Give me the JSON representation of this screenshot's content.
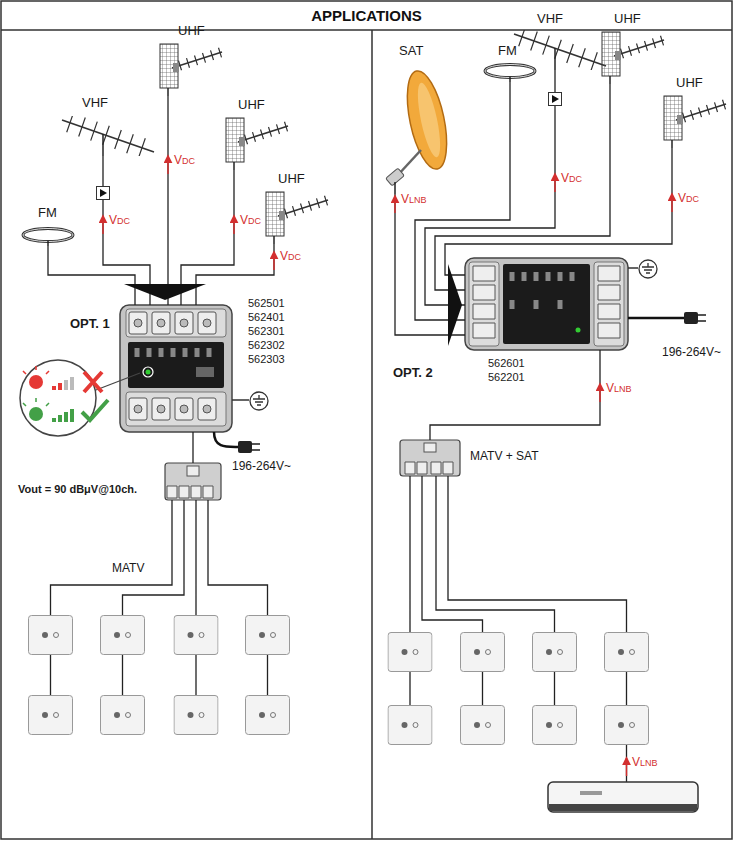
{
  "diagram": {
    "title": "APPLICATIONS",
    "nodes": [
      {
        "text": [
          "FM"
        ]
      },
      {
        "text": [
          "VHF"
        ]
      },
      {
        "text": [
          "UHF"
        ]
      },
      {
        "text": [
          "UHF"
        ]
      },
      {
        "text": [
          "UHF"
        ]
      },
      {
        "text": [
          "OPT. 1",
          "562501 562401 562301 562302 562303"
        ]
      },
      {
        "text": [
          "MATV"
        ]
      },
      {
        "text": [
          "SAT"
        ]
      },
      {
        "text": [
          "FM"
        ]
      },
      {
        "text": [
          "VHF"
        ]
      },
      {
        "text": [
          "UHF"
        ]
      },
      {
        "text": [
          "UHF"
        ]
      },
      {
        "text": [
          "OPT. 2",
          "562601 562201"
        ]
      },
      {
        "text": [
          "MATV + SAT"
        ]
      }
    ],
    "edges": [
      {
        "from": 0,
        "to": 5,
        "arrow": "none"
      },
      {
        "from": 1,
        "to": 5,
        "arrow": "none"
      },
      {
        "from": 2,
        "to": 5,
        "arrow": "none"
      },
      {
        "from": 3,
        "to": 5,
        "arrow": "none"
      },
      {
        "from": 4,
        "to": 5,
        "arrow": "none"
      },
      {
        "from": 5,
        "to": 6,
        "arrow": "none"
      },
      {
        "from": 7,
        "to": 12,
        "arrow": "none"
      },
      {
        "from": 8,
        "to": 12,
        "arrow": "none"
      },
      {
        "from": 9,
        "to": 12,
        "arrow": "none"
      },
      {
        "from": 10,
        "to": 12,
        "arrow": "none"
      },
      {
        "from": 11,
        "to": 12,
        "arrow": "none"
      },
      {
        "from": 12,
        "to": 13,
        "arrow": "none"
      }
    ],
    "labels": [
      "VDC",
      "VDC",
      "VDC",
      "VDC",
      "Vout = 90 dBμV@10ch.",
      "196-264V~",
      "VLNB",
      "VDC",
      "VDC",
      "196-264V~",
      "VLNB",
      "VLNB"
    ]
  }
}
